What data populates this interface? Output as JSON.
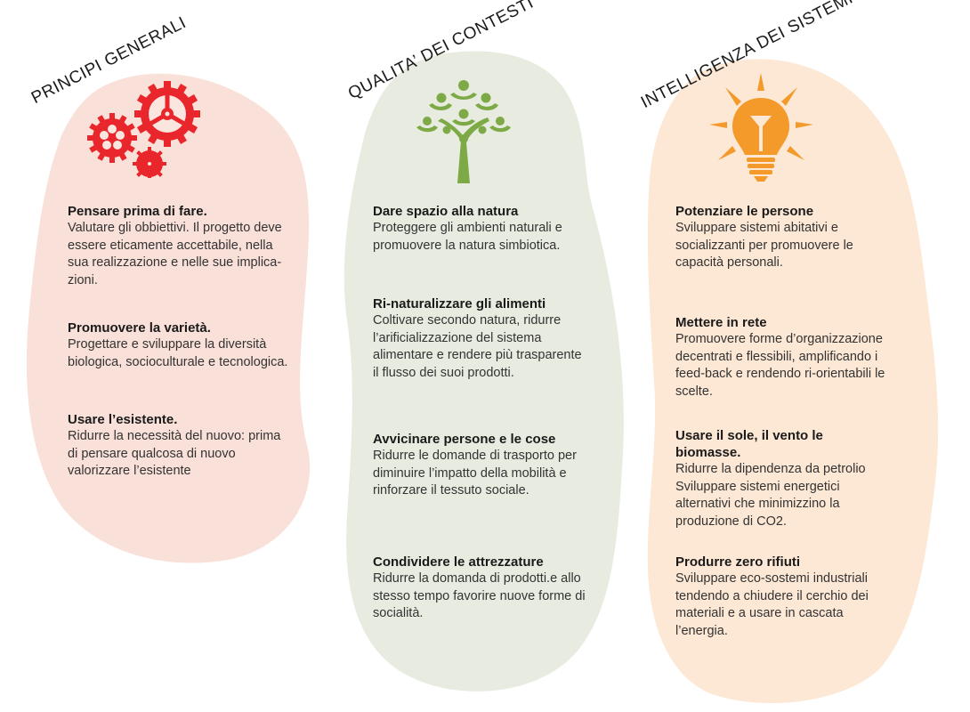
{
  "columns": [
    {
      "title": "PRINCIPI GENERALI",
      "icon": "gears-icon",
      "color": "#f9e0d8",
      "items": [
        {
          "heading": "Pensare prima di fare.",
          "text": "Valutare gli obbiettivi. Il progetto deve\nessere eticamente accettabile, nella\nsua realizzazione e nelle sue implica-\nzioni."
        },
        {
          "heading": "Promuovere la varietà.",
          "text": "Progettare e sviluppare la diversità\nbiologica, socioculturale e tecnologica."
        },
        {
          "heading": "Usare l’esistente.",
          "text": "Ridurre la necessità del nuovo: prima\ndi pensare qualcosa di nuovo\nvalorizzare l’esistente"
        }
      ]
    },
    {
      "title": "QUALITA’ DEI CONTESTI",
      "icon": "people-tree-icon",
      "color": "#e8ece0",
      "items": [
        {
          "heading": "Dare spazio alla natura",
          "text": "Proteggere gli ambienti naturali e\npromuovere la natura simbiotica."
        },
        {
          "heading": "Ri-naturalizzare gli alimenti",
          "text": "Coltivare secondo natura, ridurre\nl’arificializzazione del sistema\nalimentare e rendere più trasparente\nil flusso dei suoi prodotti."
        },
        {
          "heading": "Avvicinare persone e le cose",
          "text": "Ridurre le domande di trasporto per\ndiminuire l’impatto della mobilità e\nrinforzare il tessuto sociale."
        },
        {
          "heading": "Condividere le attrezzature",
          "text": "Ridurre la domanda di prodotti.e allo\nstesso tempo favorire nuove forme di\nsocialità."
        }
      ]
    },
    {
      "title": "INTELLIGENZA DEI SISTEMI",
      "icon": "light-bulb-icon",
      "color": "#fde8d5",
      "items": [
        {
          "heading": "Potenziare le persone",
          "text": "Sviluppare sistemi abitativi e\nsocializzanti per promuovere le\ncapacità personali."
        },
        {
          "heading": "Mettere in rete",
          "text": "Promuovere forme d’organizzazione\ndecentrati e flessibili, amplificando i\nfeed-back e rendendo ri-orientabili le\nscelte."
        },
        {
          "heading": "Usare il sole, il vento le\nbiomasse.",
          "text": "Ridurre la dipendenza da petrolio\nSviluppare sistemi energetici\nalternativi che minimizzino la\nproduzione di CO2."
        },
        {
          "heading": "Produrre zero rifiuti",
          "text": "Sviluppare eco-sostemi industriali\ntendendo a chiudere il cerchio dei\nmateriali e a usare in cascata\nl’energia."
        }
      ]
    }
  ],
  "palette": {
    "gear": "#e8262b",
    "tree": "#7daa47",
    "bulb": "#f39a2a"
  }
}
